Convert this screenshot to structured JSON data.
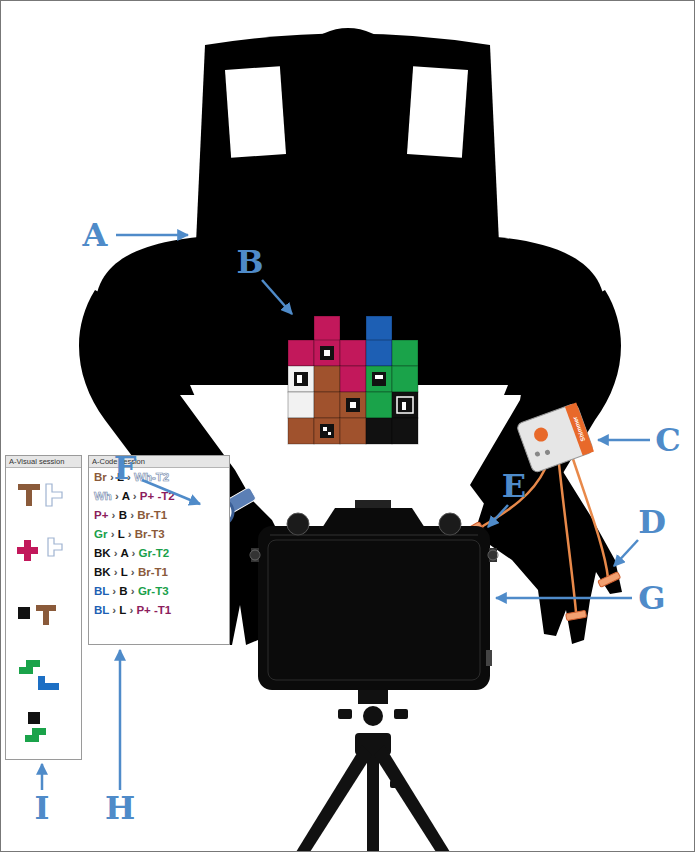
{
  "diagram": {
    "nodes": [
      {
        "text": [
          "A-Visual session"
        ]
      },
      {
        "text": [
          "A-Code session",
          "Br › L › Wh-T2",
          "Wh › A › P+ -T2",
          "P+ › B › Br-T1",
          "Gr › L › Br-T3",
          "BK › A › Gr-T2",
          "BK › L › Br-T1",
          "BL › B › Gr-T3",
          "BL › L › P+ -T1"
        ]
      }
    ],
    "labels": [
      "A",
      "B",
      "F",
      "C",
      "E",
      "D",
      "Shimmer",
      "G",
      "I",
      "H"
    ]
  }
}
